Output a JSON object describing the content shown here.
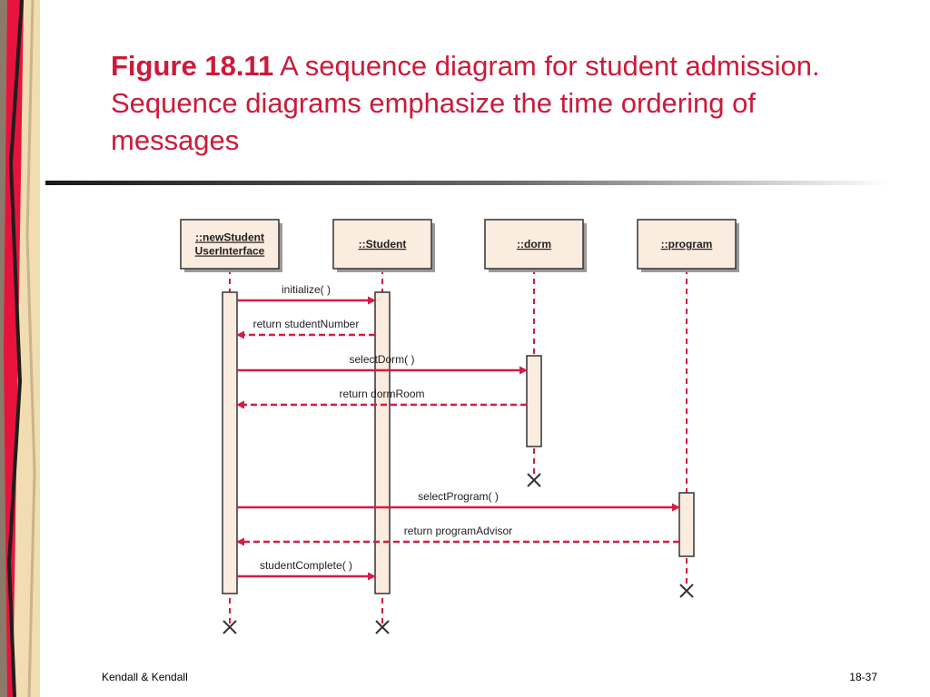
{
  "title": {
    "figure_label": "Figure 18.11",
    "caption": "A sequence diagram for student admission. Sequence diagrams emphasize the time ordering of messages"
  },
  "colors": {
    "title": "#cc1a3a",
    "message_arrow": "#d41c44",
    "lifeline": "#d41c44",
    "object_box_fill": "#fbece0",
    "object_box_border": "#333333",
    "activation_fill": "#fbece0",
    "left_band_red": "#e8133c",
    "left_band_tan": "#f2dcb2",
    "left_band_dark": "#1e1e1e"
  },
  "diagram": {
    "objects": [
      {
        "id": "ui",
        "lines": [
          "::newStudent",
          "UserInterface"
        ],
        "icon": "object-box"
      },
      {
        "id": "student",
        "lines": [
          "::Student"
        ],
        "icon": "object-box"
      },
      {
        "id": "dorm",
        "lines": [
          "::dorm"
        ],
        "icon": "object-box"
      },
      {
        "id": "program",
        "lines": [
          "::program"
        ],
        "icon": "object-box"
      }
    ],
    "messages": [
      {
        "from": "ui",
        "to": "student",
        "label": "initialize( )",
        "kind": "call"
      },
      {
        "from": "student",
        "to": "ui",
        "label": "return studentNumber",
        "kind": "return"
      },
      {
        "from": "ui",
        "to": "dorm",
        "label": "selectDorm( )",
        "kind": "call"
      },
      {
        "from": "dorm",
        "to": "ui",
        "label": "return dormRoom",
        "kind": "return"
      },
      {
        "from": "ui",
        "to": "program",
        "label": "selectProgram( )",
        "kind": "call"
      },
      {
        "from": "program",
        "to": "ui",
        "label": "return programAdvisor",
        "kind": "return"
      },
      {
        "from": "ui",
        "to": "student",
        "label": "studentComplete( )",
        "kind": "call"
      }
    ],
    "destroy_marker_icon": "x-icon"
  },
  "footer": {
    "left": "Kendall & Kendall",
    "right": "18-37"
  }
}
